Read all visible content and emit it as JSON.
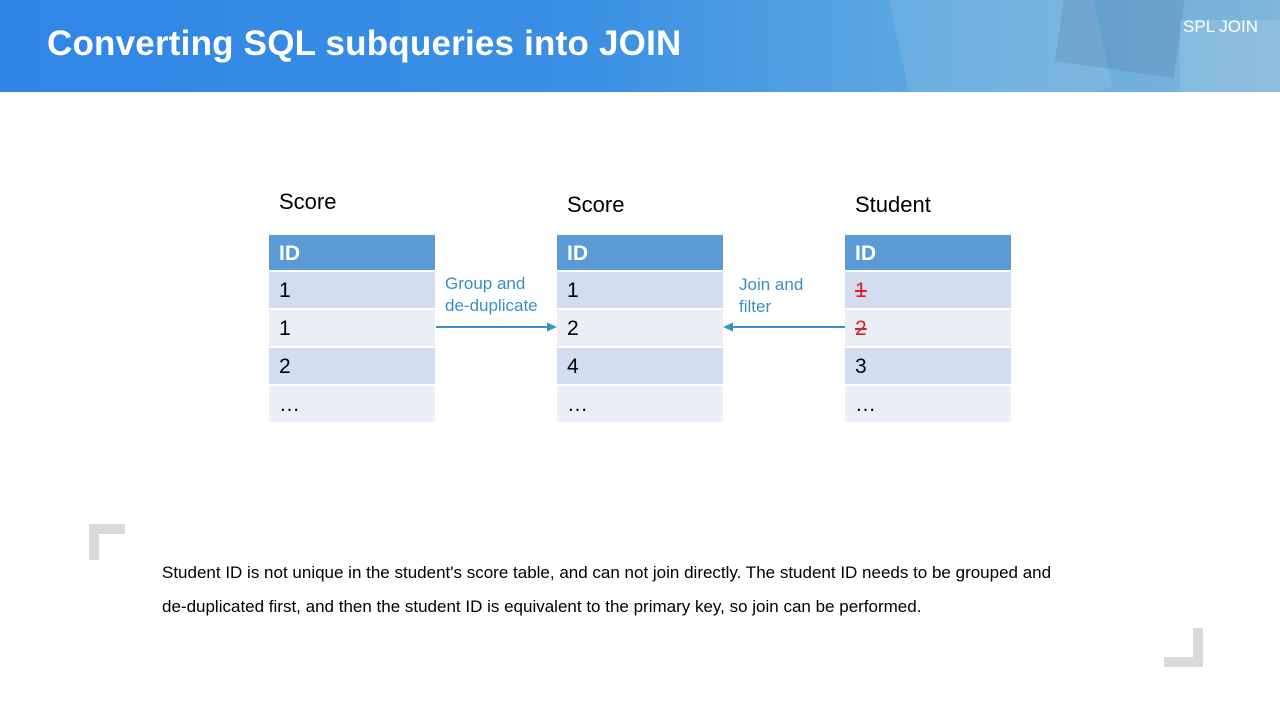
{
  "header": {
    "title": "Converting SQL subqueries into JOIN",
    "tag": "SPL JOIN"
  },
  "tables": [
    {
      "title": "Score",
      "header": "ID",
      "rows": [
        "1",
        "1",
        "2",
        "…"
      ]
    },
    {
      "title": "Score",
      "header": "ID",
      "rows": [
        "1",
        "2",
        "4",
        "…"
      ]
    },
    {
      "title": "Student",
      "header": "ID",
      "rows": [
        "1",
        "2",
        "3",
        "…"
      ],
      "struck_rows": [
        0,
        1
      ]
    }
  ],
  "arrows": [
    {
      "label_line1": "Group and",
      "label_line2": "de-duplicate",
      "direction": "right"
    },
    {
      "label_line1": "Join and",
      "label_line2": "filter",
      "direction": "left"
    }
  ],
  "note": {
    "line1": "Student ID is not unique in the student's score table, and can not join directly. The student ID needs to be grouped and",
    "line2": "de-duplicated first, and then the student ID is equivalent to the primary key, so join can be performed."
  },
  "colors": {
    "banner": "#2f86e6",
    "table_header": "#5b9bd5",
    "row_odd": "#d2deef",
    "row_even": "#eaeff7",
    "arrow": "#3b8fc6",
    "strike": "#e02020",
    "bracket": "#d9d9d9"
  }
}
